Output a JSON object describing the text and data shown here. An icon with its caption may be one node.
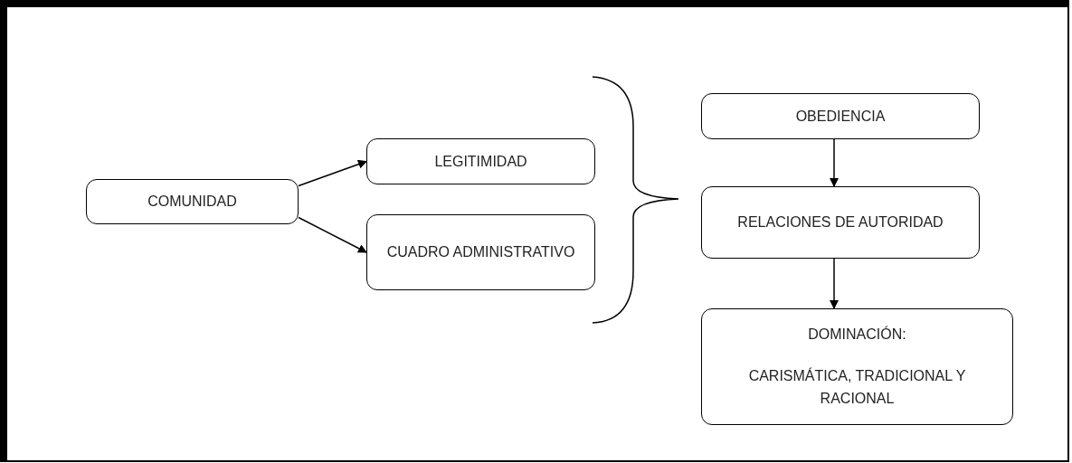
{
  "diagram": {
    "nodes": [
      {
        "text": [
          "COMUNIDAD"
        ]
      },
      {
        "text": [
          "LEGITIMIDAD"
        ]
      },
      {
        "text": [
          "CUADRO ADMINISTRATIVO"
        ]
      },
      {
        "text": [
          "OBEDIENCIA"
        ]
      },
      {
        "text": [
          "RELACIONES DE AUTORIDAD"
        ]
      },
      {
        "text": [
          "DOMINACIÓN:",
          "CARISMÁTICA, TRADICIONAL Y RACIONAL"
        ]
      }
    ],
    "edges": [
      {
        "from": 0,
        "to": 1,
        "arrow": "to"
      },
      {
        "from": 0,
        "to": 2,
        "arrow": "to"
      },
      {
        "from": 3,
        "to": 4,
        "arrow": "to"
      },
      {
        "from": 4,
        "to": 5,
        "arrow": "to"
      }
    ]
  }
}
